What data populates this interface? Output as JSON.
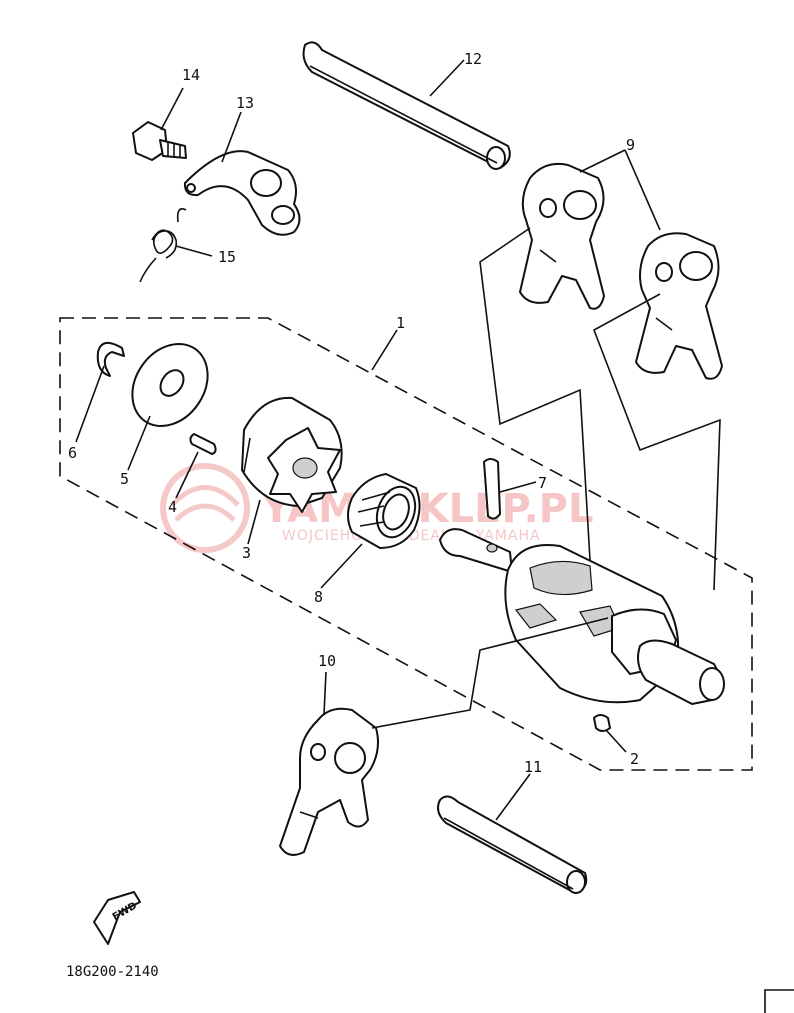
{
  "diagram": {
    "diagram_code": "18G200-2140",
    "fwd_label": "FWD",
    "watermark": {
      "brand": "YAMASKLEP.PL",
      "tagline": "WOJCIEHOWSKI DEALER YAMAHA"
    },
    "callouts": [
      {
        "id": "c1",
        "label": "1"
      },
      {
        "id": "c2",
        "label": "2"
      },
      {
        "id": "c3",
        "label": "3"
      },
      {
        "id": "c4",
        "label": "4"
      },
      {
        "id": "c5",
        "label": "5"
      },
      {
        "id": "c6",
        "label": "6"
      },
      {
        "id": "c7",
        "label": "7"
      },
      {
        "id": "c8",
        "label": "8"
      },
      {
        "id": "c9",
        "label": "9"
      },
      {
        "id": "c10",
        "label": "10"
      },
      {
        "id": "c11",
        "label": "11"
      },
      {
        "id": "c12",
        "label": "12"
      },
      {
        "id": "c13",
        "label": "13"
      },
      {
        "id": "c14",
        "label": "14"
      },
      {
        "id": "c15",
        "label": "15"
      }
    ]
  }
}
